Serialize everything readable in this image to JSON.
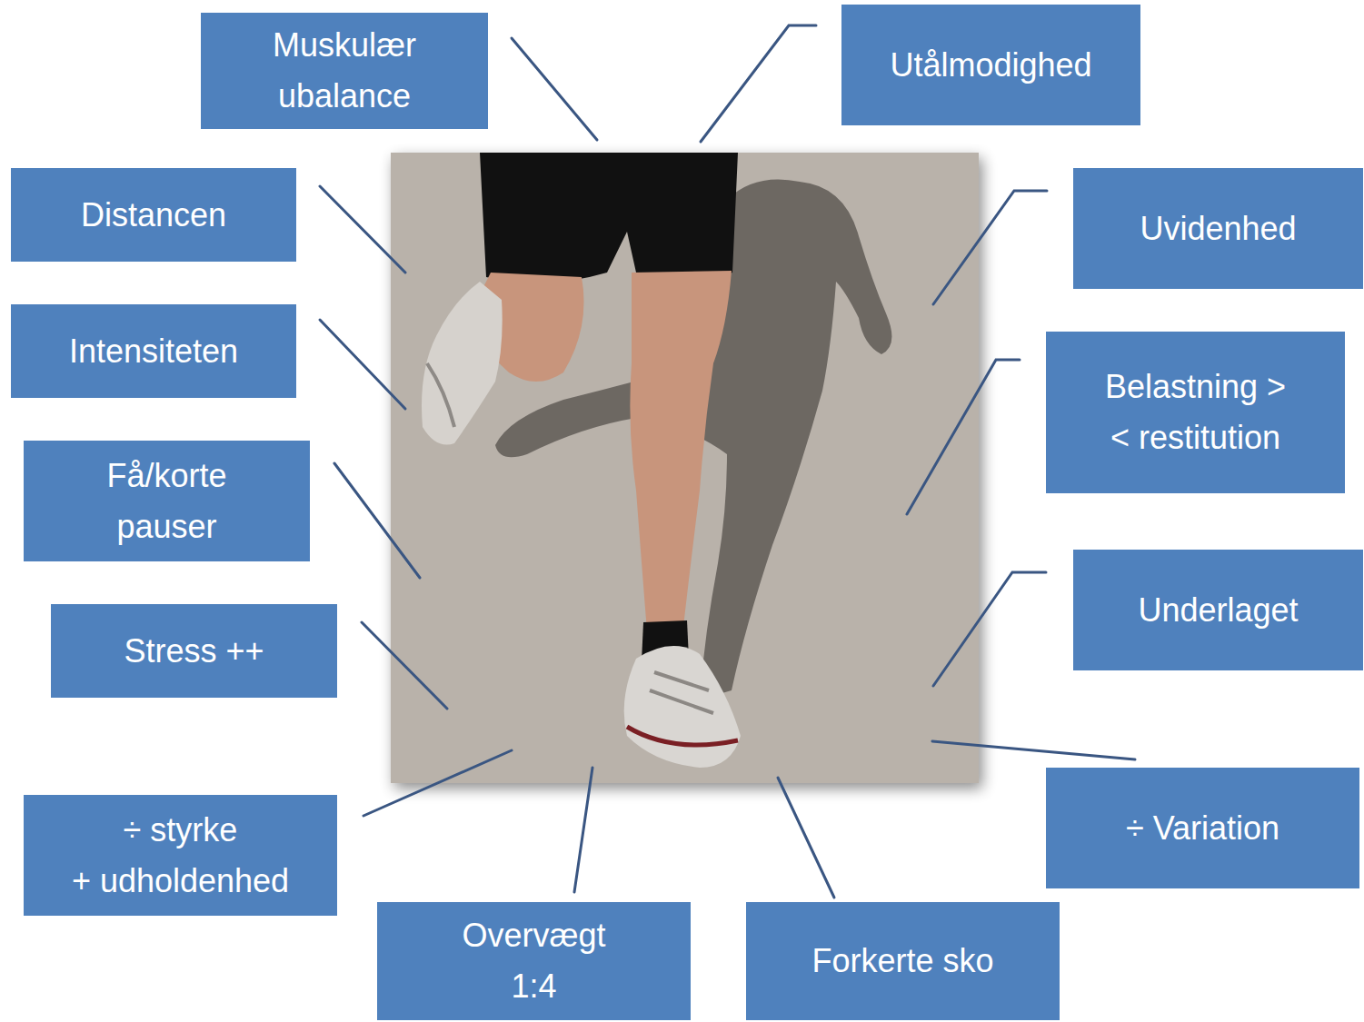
{
  "diagram": {
    "nodes": [
      {
        "text": [
          "Muskulær ubalance"
        ]
      },
      {
        "text": [
          "Utålmodighed"
        ]
      },
      {
        "text": [
          "Distancen"
        ]
      },
      {
        "text": [
          "Uvidenhed"
        ]
      },
      {
        "text": [
          "Intensiteten"
        ]
      },
      {
        "text": [
          "Belastning >< restitution"
        ]
      },
      {
        "text": [
          "Få/korte pauser"
        ]
      },
      {
        "text": [
          "Underlaget"
        ]
      },
      {
        "text": [
          "Stress ++"
        ]
      },
      {
        "text": [
          "÷ Variation"
        ]
      },
      {
        "text": [
          "÷ styrke + udholdenhed"
        ]
      },
      {
        "text": [
          "Overvægt 1:4"
        ]
      },
      {
        "text": [
          "Forkerte sko"
        ]
      }
    ]
  }
}
